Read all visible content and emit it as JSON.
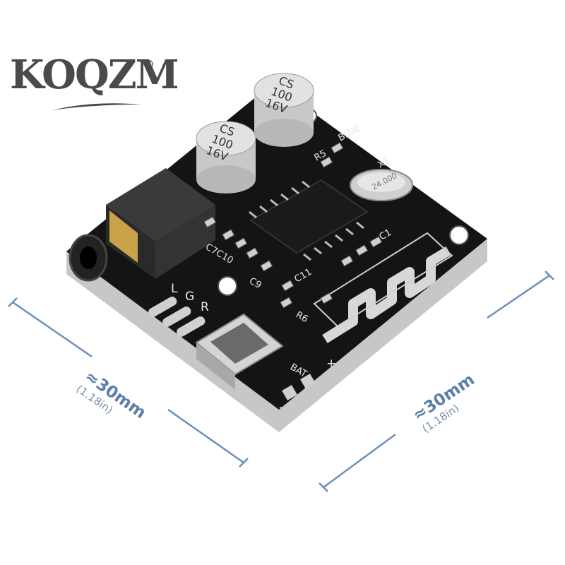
{
  "brand": {
    "name": "KOQZM",
    "registered": "®"
  },
  "capacitors": [
    {
      "line1": "CS",
      "line2": "100",
      "line3": "16V"
    },
    {
      "line1": "CS",
      "line2": "100",
      "line3": "16V"
    }
  ],
  "board_labels": {
    "blue": "BLUE",
    "r5": "R5",
    "x1": "X1",
    "crystal": "24.000",
    "c1": "C1",
    "c11": "C11",
    "r6": "R6",
    "c7c10": "C7C10",
    "c9": "C9",
    "l": "L",
    "g": "G",
    "r": "R",
    "bat": "BAT",
    "plus": "+",
    "minus": "-"
  },
  "dimensions": {
    "left": {
      "value": "≈30mm",
      "sub": "(1.18in)"
    },
    "right": {
      "value": "≈30mm",
      "sub": "(1.18in)"
    }
  },
  "colors": {
    "board": "#141414",
    "silk": "#e8e8e8",
    "gold": "#c9a24a",
    "dimension_line": "#6b8fb8",
    "brand": "#4a4a4a"
  }
}
